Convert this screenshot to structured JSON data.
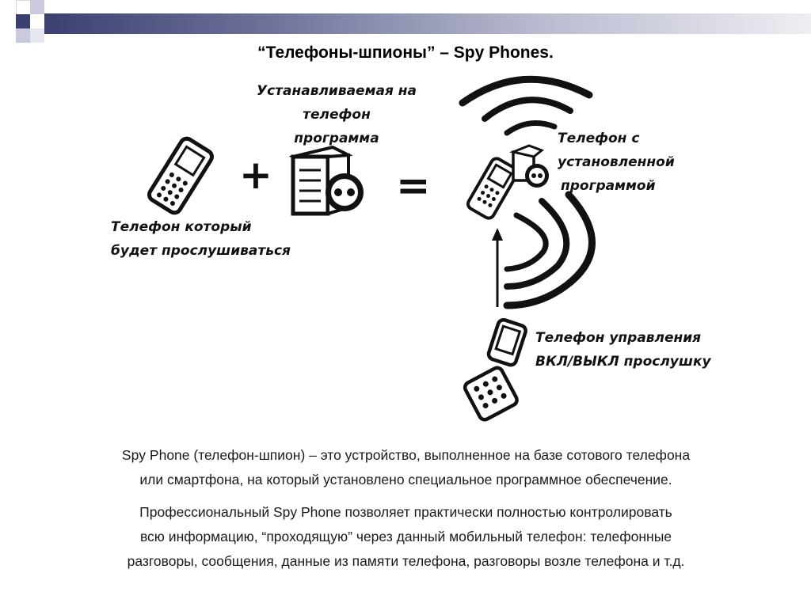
{
  "title": "“Телефоны-шпионы” – Spy Phones.",
  "diagram": {
    "installed_program_label": [
      "Устанавливаемая на телефон",
      "программа"
    ],
    "target_phone_label": [
      "Телефон который",
      "будет прослушиваться"
    ],
    "result_phone_label": [
      "Телефон с",
      "установленной",
      "программой"
    ],
    "control_phone_label": [
      "Телефон управления",
      "ВКЛ/ВЫКЛ прослушку"
    ],
    "plus_sign": "+",
    "equals_sign": "="
  },
  "paragraphs": [
    [
      "Spy Phone (телефон-шпион) – это устройство, выполненное на базе сотового телефона",
      "или смартфона, на который установлено специальное программное обеспечение."
    ],
    [
      "Профессиональный Spy Phone позволяет практически полностью контролировать",
      "всю информацию, “проходящую” через данный мобильный телефон: телефонные",
      "разговоры, сообщения, данные из памяти телефона, разговоры возле телефона и т.д."
    ]
  ]
}
